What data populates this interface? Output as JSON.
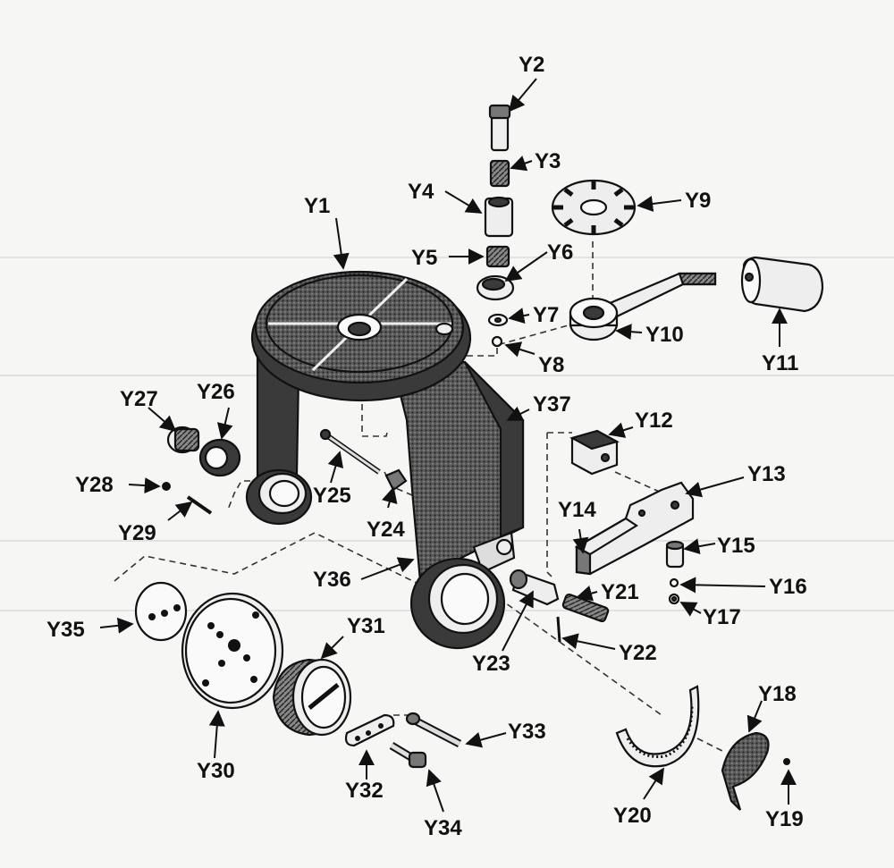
{
  "labels": [
    "Y1",
    "Y2",
    "Y3",
    "Y4",
    "Y5",
    "Y6",
    "Y7",
    "Y8",
    "Y9",
    "Y10",
    "Y11",
    "Y12",
    "Y13",
    "Y14",
    "Y15",
    "Y16",
    "Y17",
    "Y18",
    "Y19",
    "Y20",
    "Y21",
    "Y22",
    "Y23",
    "Y24",
    "Y25",
    "Y26",
    "Y27",
    "Y28",
    "Y29",
    "Y30",
    "Y31",
    "Y32",
    "Y33",
    "Y34",
    "Y35",
    "Y36",
    "Y37"
  ]
}
